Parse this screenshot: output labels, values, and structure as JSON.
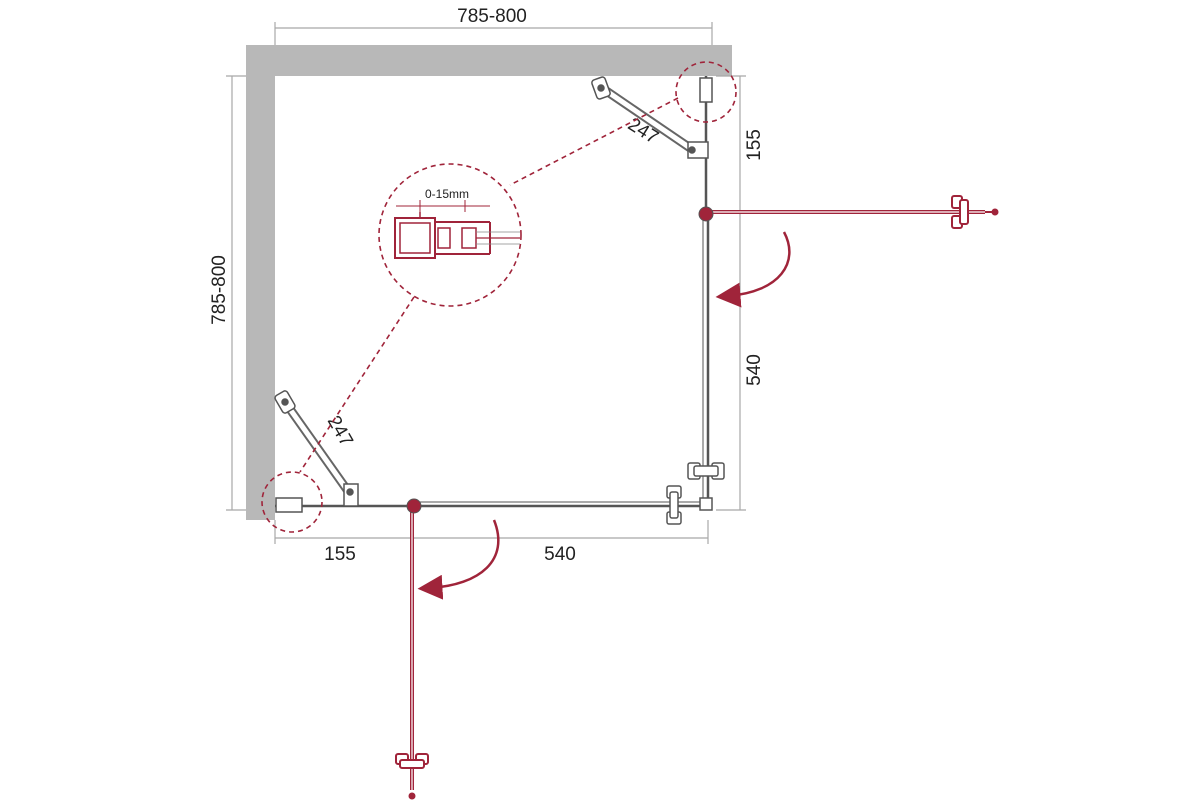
{
  "colors": {
    "wall": "#b8b8b8",
    "line": "#555555",
    "dim": "#a8a8a8",
    "accent": "#a0243a",
    "text": "#222222"
  },
  "labels": {
    "width_range": "785-800",
    "height_range": "785-800",
    "offset_right": "155",
    "door_right": "540",
    "offset_bottom": "155",
    "door_bottom": "540",
    "strut_top": "247",
    "strut_left": "247",
    "detail_range": "0-15mm"
  },
  "icons": {
    "swing_arrow": "curved-arrow-icon",
    "handle": "door-handle-icon",
    "hinge": "hinge-icon"
  }
}
